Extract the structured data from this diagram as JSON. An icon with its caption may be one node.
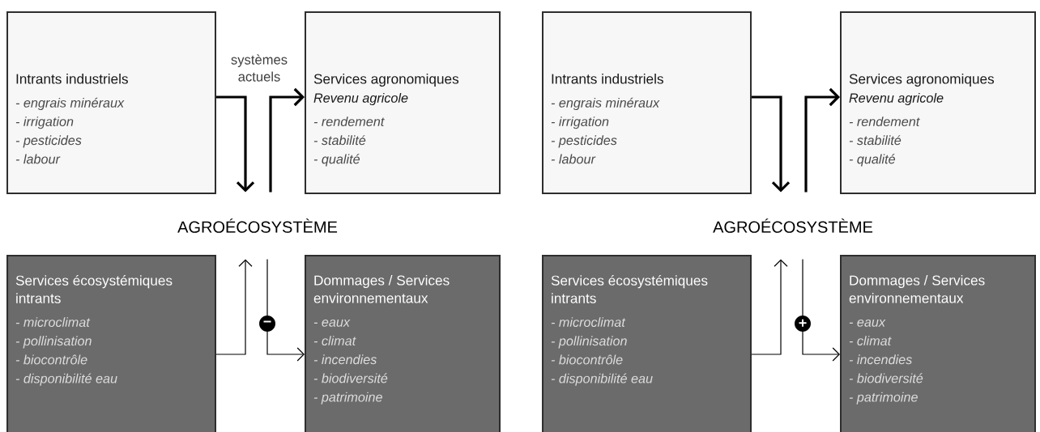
{
  "diagram": {
    "nodes": [
      {
        "text": [
          "Intrants industriels",
          "- engrais minéraux",
          "- irrigation",
          "- pesticides",
          "- labour"
        ]
      },
      {
        "text": [
          "Services agronomiques",
          "Revenu agricole",
          "- rendement",
          "- stabilité",
          "- qualité"
        ]
      },
      {
        "text": [
          "AGROÉCOSYSTÈME"
        ]
      },
      {
        "text": [
          "Services écosystémiques intrants",
          "- microclimat",
          "- pollinisation",
          "- biocontrôle",
          "- disponibilité eau"
        ]
      },
      {
        "text": [
          "Dommages / Services environnementaux",
          "- eaux",
          "- climat",
          "- incendies",
          "- biodiversité",
          "- patrimoine"
        ]
      },
      {
        "text": [
          "Intrants industriels",
          "- engrais minéraux",
          "- irrigation",
          "- pesticides",
          "- labour"
        ]
      },
      {
        "text": [
          "Services agronomiques",
          "Revenu agricole",
          "- rendement",
          "- stabilité",
          "- qualité"
        ]
      },
      {
        "text": [
          "AGROÉCOSYSTÈME"
        ]
      },
      {
        "text": [
          "Services écosystémiques intrants",
          "- microclimat",
          "- pollinisation",
          "- biocontrôle",
          "- disponibilité eau"
        ]
      },
      {
        "text": [
          "Dommages / Services environnementaux",
          "- eaux",
          "- climat",
          "- incendies",
          "- biodiversité",
          "- patrimoine"
        ]
      }
    ],
    "edges": [
      {
        "from": 0,
        "to": 2,
        "arrow": "to",
        "style": "thick"
      },
      {
        "from": 2,
        "to": 1,
        "arrow": "to",
        "style": "thick"
      },
      {
        "from": 3,
        "to": 2,
        "arrow": "to"
      },
      {
        "from": 2,
        "to": 4,
        "arrow": "to",
        "label": "−"
      },
      {
        "from": 5,
        "to": 7,
        "arrow": "to",
        "style": "thick"
      },
      {
        "from": 7,
        "to": 6,
        "arrow": "to",
        "style": "thick"
      },
      {
        "from": 8,
        "to": 7,
        "arrow": "to"
      },
      {
        "from": 7,
        "to": 9,
        "arrow": "to",
        "label": "+"
      }
    ],
    "labels": [
      "systèmes actuels"
    ]
  }
}
